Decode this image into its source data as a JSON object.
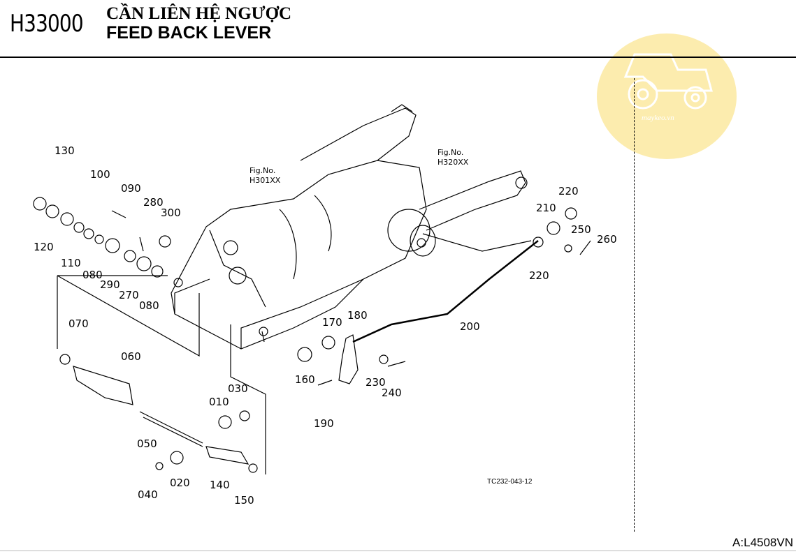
{
  "header": {
    "code": "H33000",
    "title_vn": "CẦN LIÊN HỆ NGƯỢC",
    "title_en": "FEED BACK LEVER"
  },
  "fig_refs": [
    {
      "line1": "Fig.No.",
      "line2": "H301XX"
    },
    {
      "line1": "Fig.No.",
      "line2": "H320XX"
    }
  ],
  "part_labels": [
    "130",
    "100",
    "090",
    "280",
    "300",
    "120",
    "110",
    "080",
    "290",
    "270",
    "080",
    "070",
    "060",
    "010",
    "030",
    "050",
    "040",
    "020",
    "140",
    "150",
    "170",
    "180",
    "160",
    "190",
    "230",
    "240",
    "200",
    "220",
    "210",
    "250",
    "260",
    "220"
  ],
  "figure_code": "TC232-043-12",
  "footer_ref": "A:L4508VN",
  "watermark": {
    "text": "maykeo.vn",
    "icon": "tractor-icon",
    "color": "#fbe9a0"
  }
}
